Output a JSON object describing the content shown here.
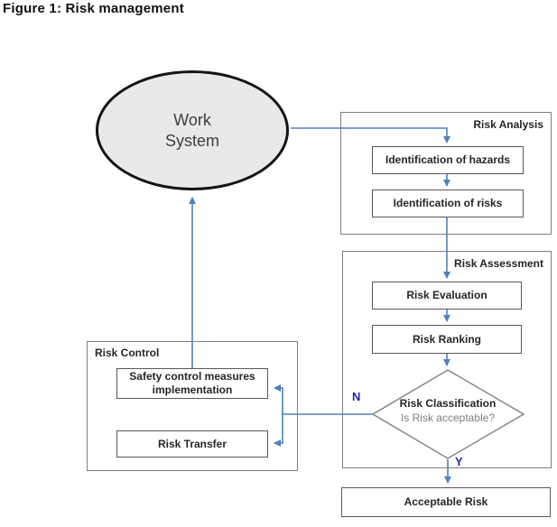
{
  "title": "Figure 1: Risk management",
  "colors": {
    "arrow_blue": "#4f81bd",
    "branch_label_blue": "#2323ad",
    "group_border_gray": "#808080",
    "box_border_gray": "#595959",
    "ellipse_fill": "#e9e9e9",
    "ellipse_border": "#141414",
    "text_dark": "#262626",
    "diamond_subtext_gray": "#7f7f7f"
  },
  "nodes": {
    "work_system": {
      "label": "Work System"
    },
    "risk_analysis": {
      "label": "Risk Analysis",
      "boxes": [
        "Identification of hazards",
        "Identification of risks"
      ]
    },
    "risk_assessment": {
      "label": "Risk Assessment",
      "boxes": [
        "Risk Evaluation",
        "Risk Ranking"
      ]
    },
    "decision": {
      "line1": "Risk Classification",
      "line2": "Is Risk acceptable?",
      "no_label": "N",
      "yes_label": "Y"
    },
    "risk_control": {
      "label": "Risk Control",
      "boxes": [
        "Safety control measures implementation",
        "Risk Transfer"
      ]
    },
    "acceptable_risk": {
      "label": "Acceptable Risk"
    }
  }
}
